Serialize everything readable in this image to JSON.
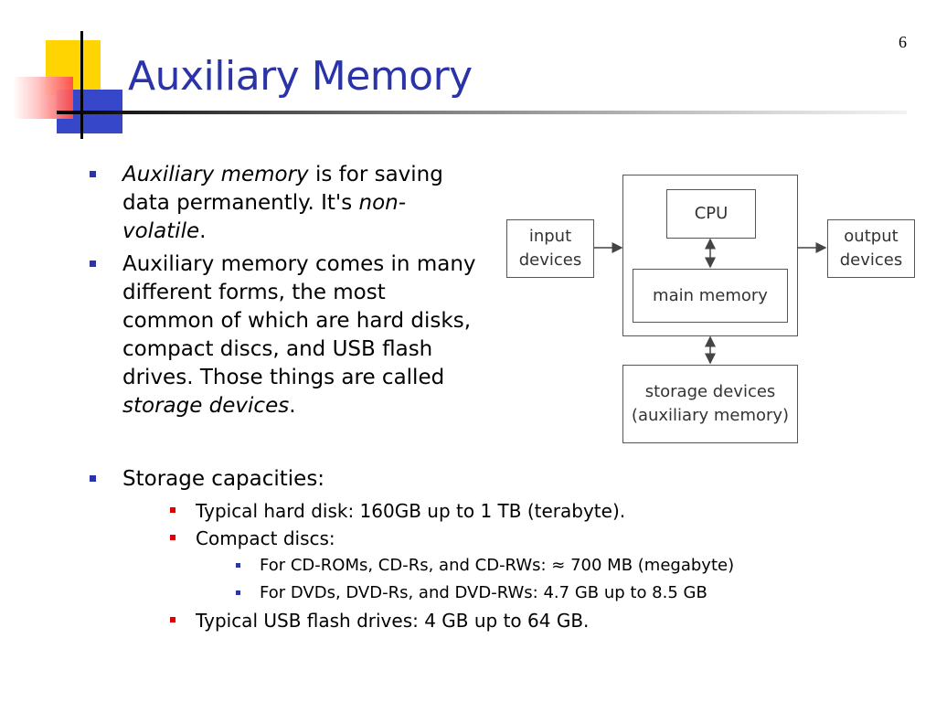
{
  "slide_number": "6",
  "title": "Auxiliary Memory",
  "bullets_top": [
    {
      "term": "Auxiliary memory",
      "after_term": " is for saving data permanently. It's ",
      "emphasis": "non-volatile",
      "end": "."
    },
    {
      "text": "Auxiliary memory comes in many different forms, the most common of which are hard disks, compact discs, and USB flash drives. Those things are called ",
      "emphasis": "storage devices",
      "end": "."
    }
  ],
  "storage": {
    "heading": "Storage capacities:",
    "hard_disk": "Typical hard disk: 160GB up to 1 TB (terabyte).",
    "compact_discs": "Compact discs:",
    "cd_rom": "For CD-ROMs, CD-Rs, and CD-RWs: ≈ 700 MB (megabyte)",
    "dvd": "For DVDs, DVD-Rs, and DVD-RWs: 4.7 GB up to 8.5 GB",
    "usb": "Typical USB flash drives: 4 GB up to 64 GB."
  },
  "diagram": {
    "input": [
      "input",
      "devices"
    ],
    "output": [
      "output",
      "devices"
    ],
    "cpu": "CPU",
    "main_memory": "main memory",
    "storage": [
      "storage devices",
      "(auxiliary memory)"
    ]
  }
}
